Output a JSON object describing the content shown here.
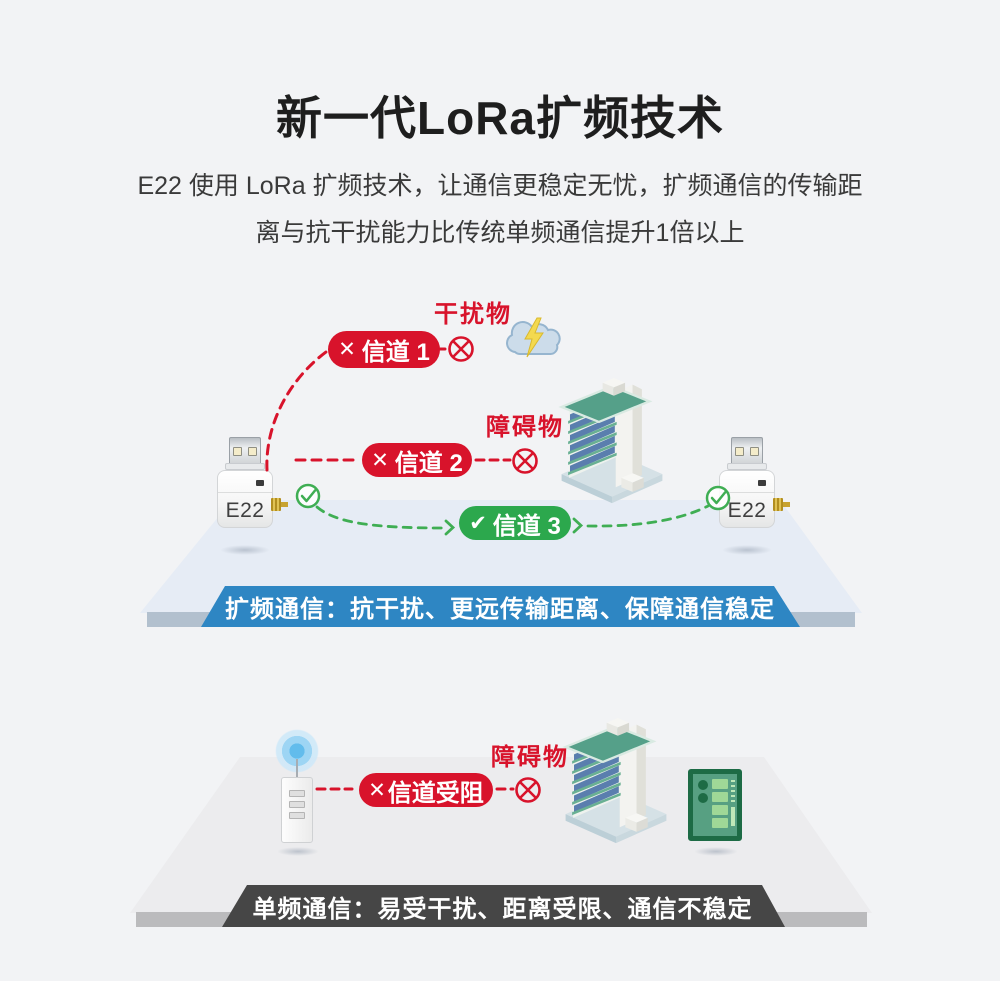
{
  "colors": {
    "red": "#d8132b",
    "green": "#2ca84d",
    "blue_banner": "#2e86c3",
    "dark_banner": "#464646",
    "platform_blue": "#e6ecf5",
    "platform_gray": "#ececee"
  },
  "header": {
    "title": "新一代LoRa扩频技术",
    "subtitle_line1": "E22 使用 LoRa 扩频技术，让通信更稳定无忧，扩频通信的传输距",
    "subtitle_line2": "离与抗干扰能力比传统单频通信提升1倍以上"
  },
  "spread_diagram": {
    "interference_label": "干扰物",
    "obstacle_label": "障碍物",
    "channels": [
      {
        "mark": "✕",
        "label": "信道 1"
      },
      {
        "mark": "✕",
        "label": "信道 2"
      },
      {
        "mark": "✔",
        "label": "信道 3"
      }
    ],
    "left_device_label": "E22",
    "right_device_label": "E22",
    "banner": "扩频通信：抗干扰、更远传输距离、保障通信稳定"
  },
  "single_diagram": {
    "obstacle_label": "障碍物",
    "channel": {
      "mark": "✕",
      "label": "信道受阻"
    },
    "banner": "单频通信：易受干扰、距离受限、通信不稳定"
  }
}
